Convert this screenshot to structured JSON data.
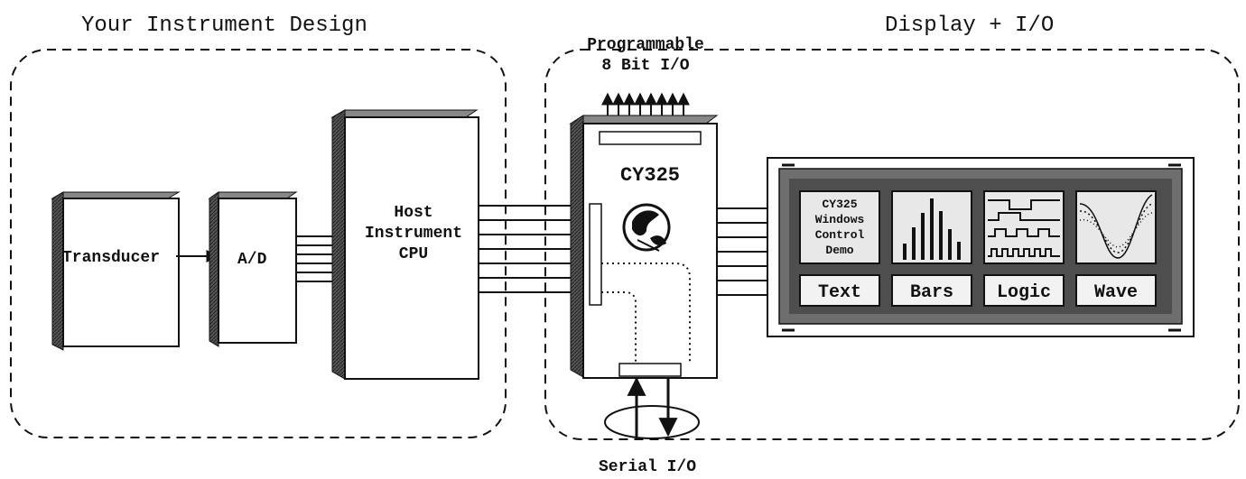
{
  "sections": {
    "left_title": "Your Instrument Design",
    "right_title": "Display + I/O"
  },
  "blocks": {
    "transducer": "Transducer",
    "adc": "A/D",
    "host_line1": "Host",
    "host_line2": "Instrument",
    "host_line3": "CPU",
    "chip": "CY325"
  },
  "labels": {
    "prog_line1": "Programmable",
    "prog_line2": "8 Bit I/O",
    "serial": "Serial I/O"
  },
  "display": {
    "demo_lines": [
      "CY325",
      "Windows",
      "Control",
      "Demo"
    ],
    "buttons": [
      "Text",
      "Bars",
      "Logic",
      "Wave"
    ]
  }
}
